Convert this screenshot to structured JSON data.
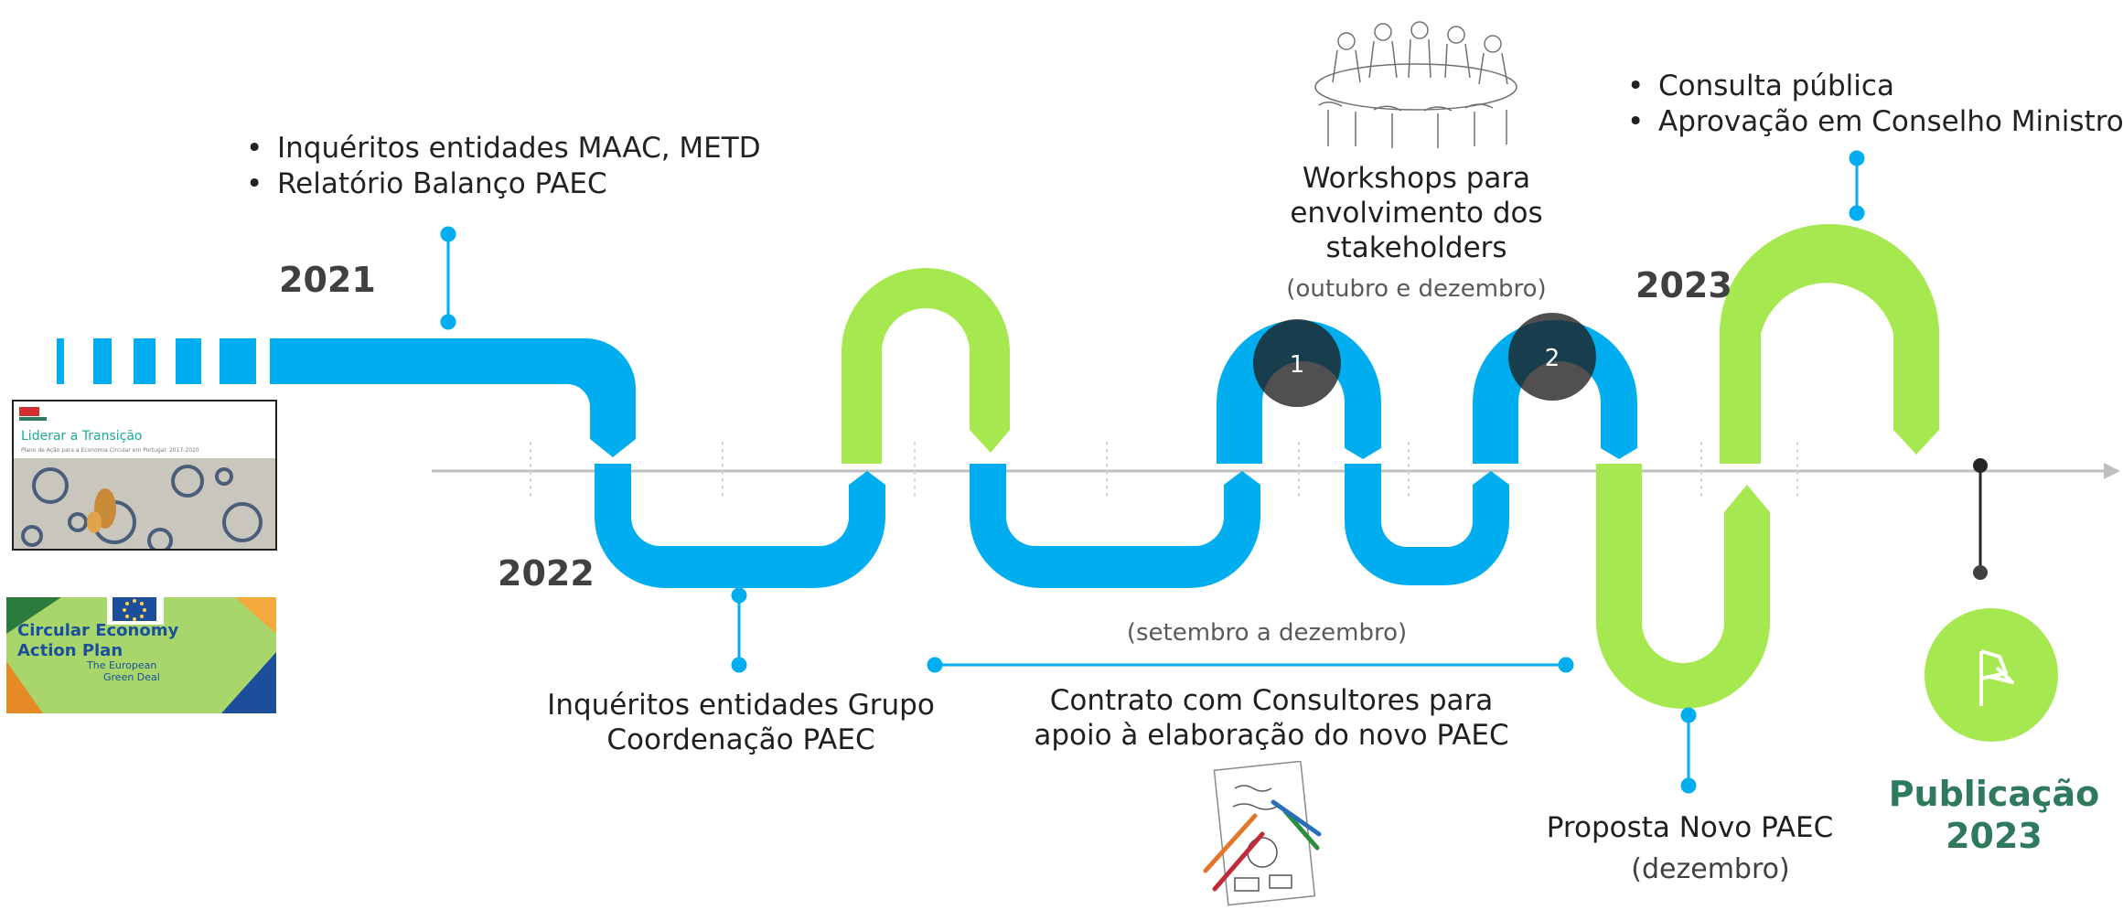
{
  "bullets_2021": [
    "Inquéritos entidades MAAC, METD",
    "Relatório Balanço PAEC"
  ],
  "bullets_2023": [
    "Consulta pública",
    "Aprovação em Conselho Ministros"
  ],
  "years": {
    "y2021": "2021",
    "y2022": "2022",
    "y2023": "2023"
  },
  "workshops": {
    "title_lines": [
      "Workshops para",
      "envolvimento dos",
      "stakeholders"
    ],
    "period": "(outubro e dezembro)"
  },
  "markers": {
    "m1": "1",
    "m2": "2"
  },
  "inqueritos_grupo": {
    "lines": [
      "Inquéritos entidades Grupo",
      "Coordenação PAEC"
    ]
  },
  "contrato": {
    "period": "(setembro a dezembro)",
    "lines": [
      "Contrato com Consultores para",
      "apoio à elaboração do novo PAEC"
    ]
  },
  "proposta": {
    "title": "Proposta Novo PAEC",
    "period": "(dezembro)"
  },
  "publicacao": {
    "lines": [
      "Publicação",
      "2023"
    ]
  },
  "thumb_liderar": {
    "title": "Liderar a Transição",
    "subtitle": "Plano de Ação para a Economia Circular em Portugal: 2017-2020"
  },
  "thumb_ceap": {
    "title_lines": [
      "Circular Economy",
      "Action Plan"
    ],
    "sub_lines": [
      "The European",
      "Green Deal"
    ]
  },
  "colors": {
    "blue": "#00adef",
    "green": "#a6e84f",
    "teal_dark": "#2f7a5d",
    "marker": "#1f1f1f"
  },
  "icons": {
    "flag": "flag-icon"
  }
}
